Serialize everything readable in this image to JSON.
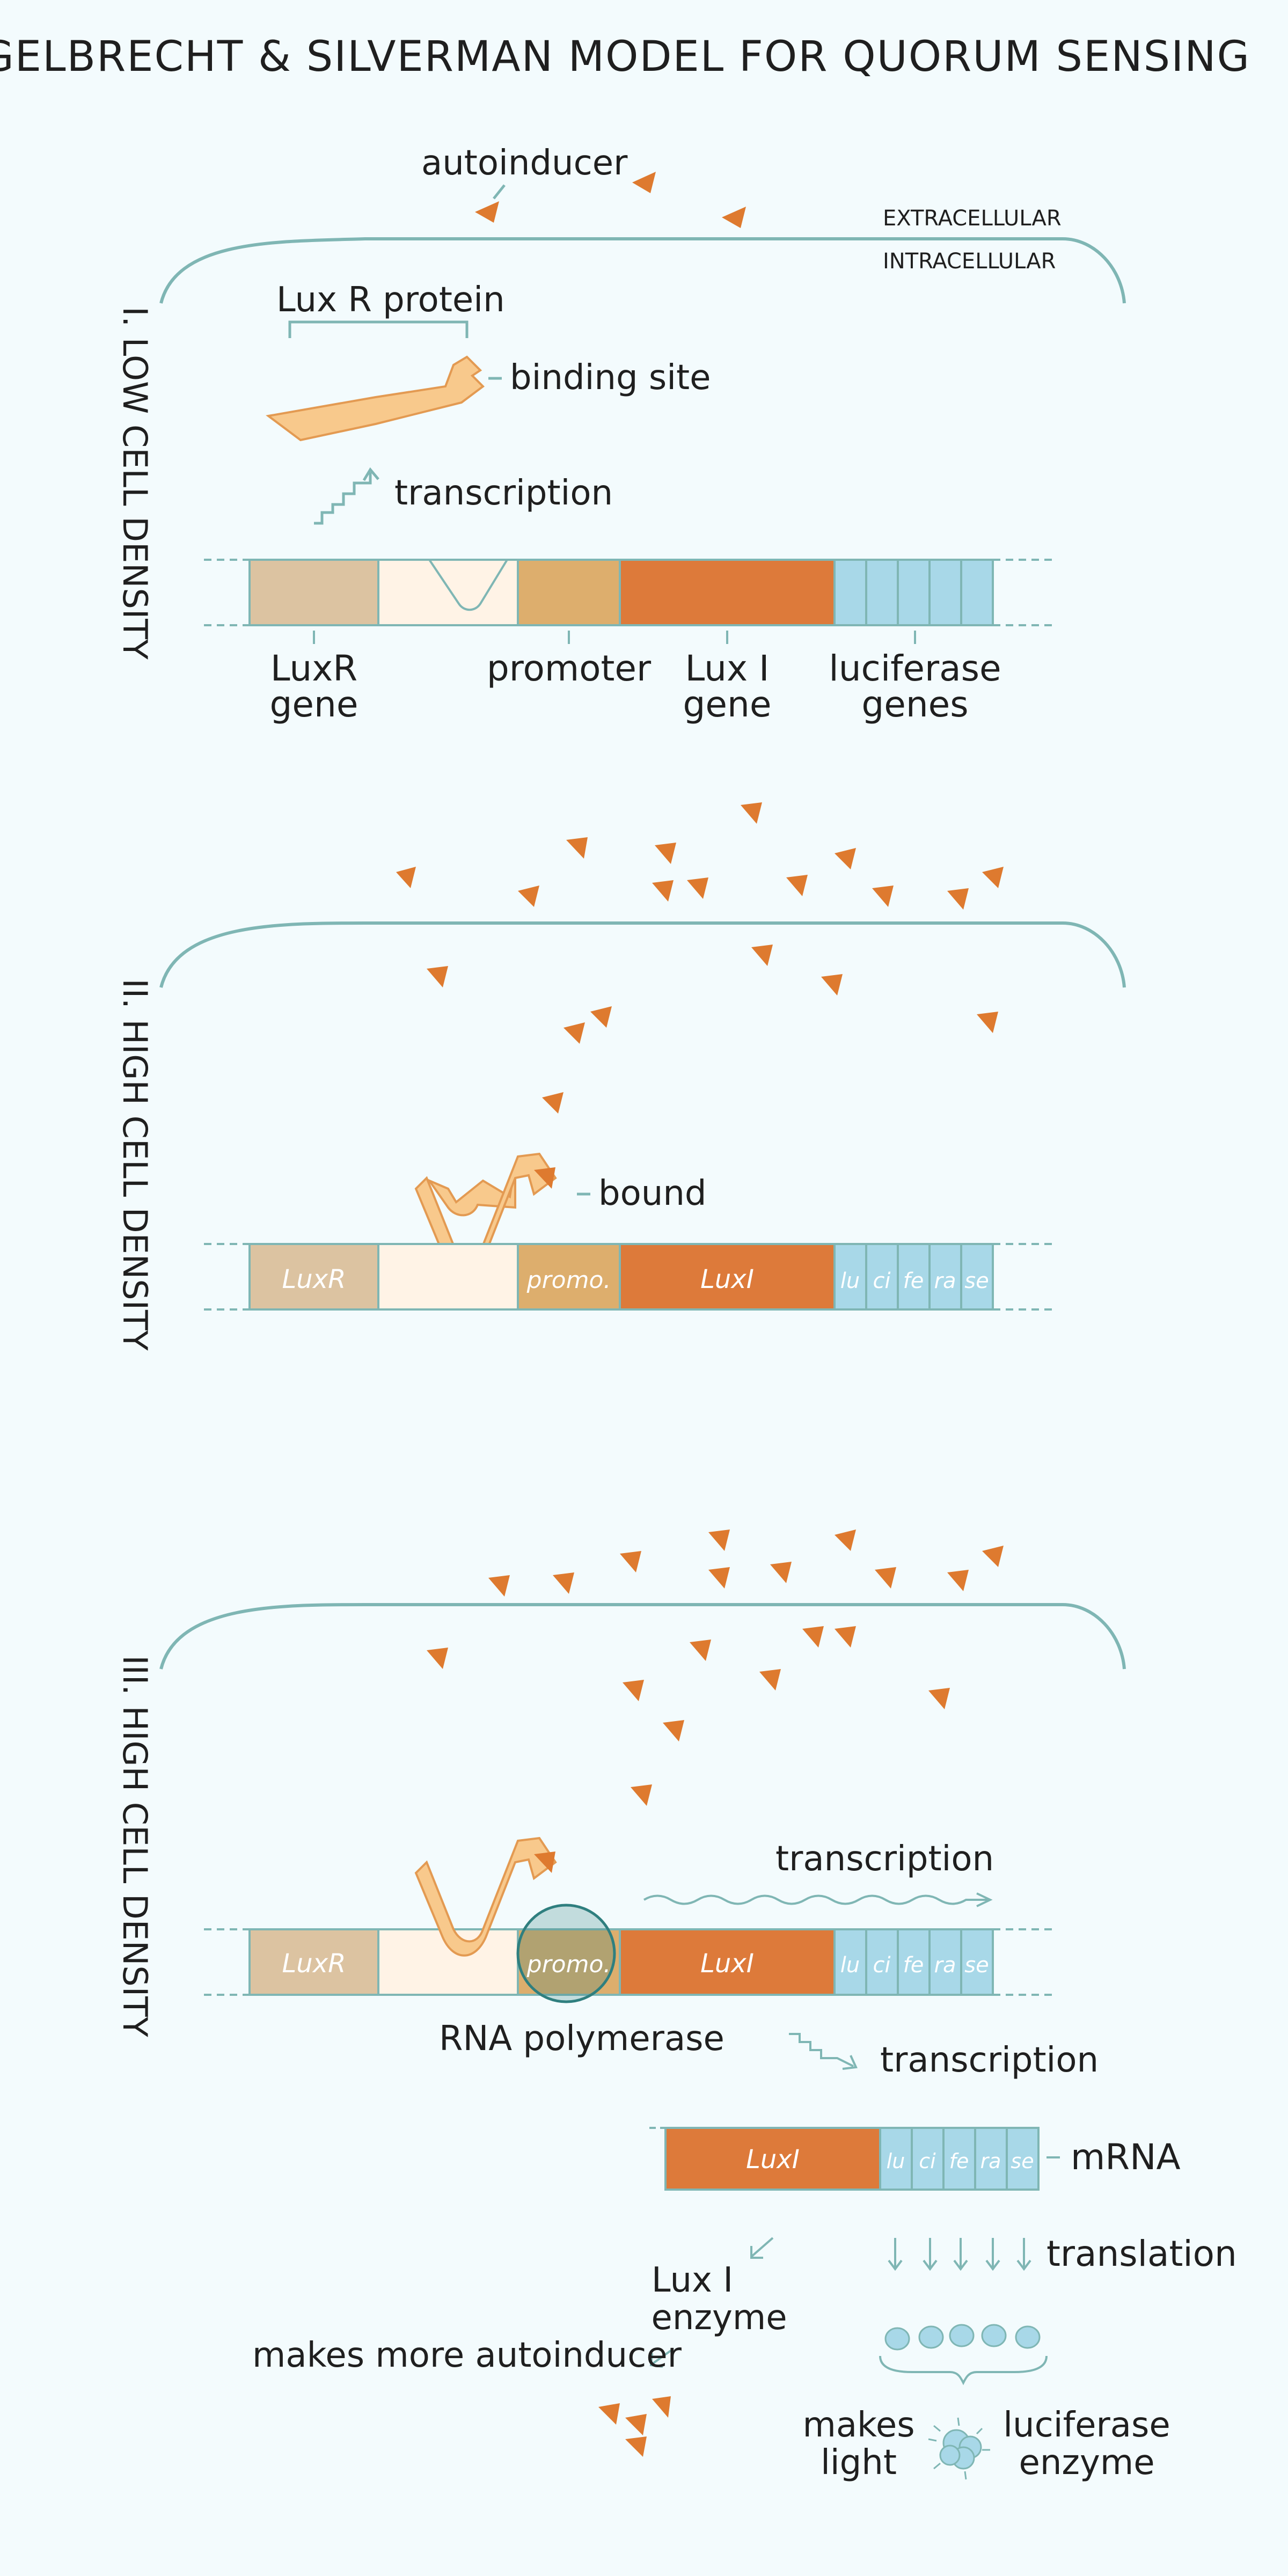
{
  "title": "ENGELBRECHT & SILVERMAN MODEL FOR QUORUM SENSING",
  "colors": {
    "background": "#f3fbfd",
    "membrane": "#7fb6b4",
    "autoinducer": "#de7a2f",
    "luxr_gene": "#dcc3a1",
    "spacer": "#fff3e6",
    "promoter": "#ddae6d",
    "luxi_gene": "#dd7a3a",
    "luciferase": "#a8d8e8",
    "protein": "#f8c98c",
    "polymerase": "#2f7f7f"
  },
  "panel1": {
    "label": "I. LOW CELL DENSITY",
    "autoinducer_label": "autoinducer",
    "extracellular": "EXTRACELLULAR",
    "intracellular": "INTRACELLULAR",
    "luxr_protein": "Lux R protein",
    "binding_site": "binding site",
    "transcription": "transcription",
    "gene_labels": {
      "luxr": [
        "LuxR",
        "gene"
      ],
      "promoter": "promoter",
      "luxi": [
        "Lux I",
        "gene"
      ],
      "luciferase": [
        "luciferase",
        "genes"
      ]
    }
  },
  "panel2": {
    "label": "II. HIGH CELL DENSITY",
    "bound": "bound",
    "seg_luxr": "LuxR",
    "seg_promoter": "promo.",
    "seg_luxi": "LuxI",
    "seg_luciferase": [
      "lu",
      "ci",
      "fe",
      "ra",
      "se"
    ]
  },
  "panel3": {
    "label": "III. HIGH CELL DENSITY",
    "transcription_top": "transcription",
    "rna_polymerase": "RNA polymerase",
    "transcription_down": "transcription",
    "mrna": "mRNA",
    "translation": "translation",
    "luxi_enzyme": [
      "Lux I",
      "enzyme"
    ],
    "makes_more": "makes more autoinducer",
    "makes_light": [
      "makes",
      "light"
    ],
    "luciferase_enzyme": [
      "luciferase",
      "enzyme"
    ],
    "seg_luxr": "LuxR",
    "seg_promoter": "promo.",
    "seg_luxi": "LuxI",
    "seg_luciferase": [
      "lu",
      "ci",
      "fe",
      "ra",
      "se"
    ]
  }
}
